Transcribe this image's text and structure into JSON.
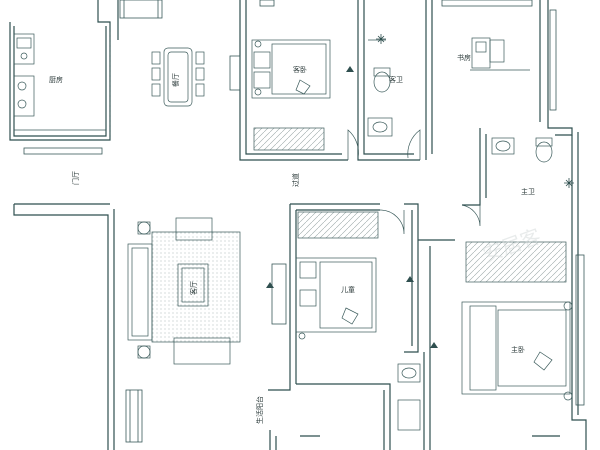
{
  "plan": {
    "colors": {
      "wall": "#2f4f4f",
      "line": "#3a5a5a",
      "hatch": "#9aa7a7",
      "text": "#2b3a3a"
    },
    "rooms": {
      "kitchen": "厨房",
      "dining": "餐厅",
      "guest_bedroom": "客卧",
      "guest_bath": "客卫",
      "study": "书房",
      "master_bath": "主卫",
      "hall_left": "门厅",
      "corridor": "过道",
      "living": "客厅",
      "kids_room": "儿童",
      "master_bedroom": "主卧",
      "balcony": "生活阳台"
    },
    "watermark": "安居客"
  }
}
